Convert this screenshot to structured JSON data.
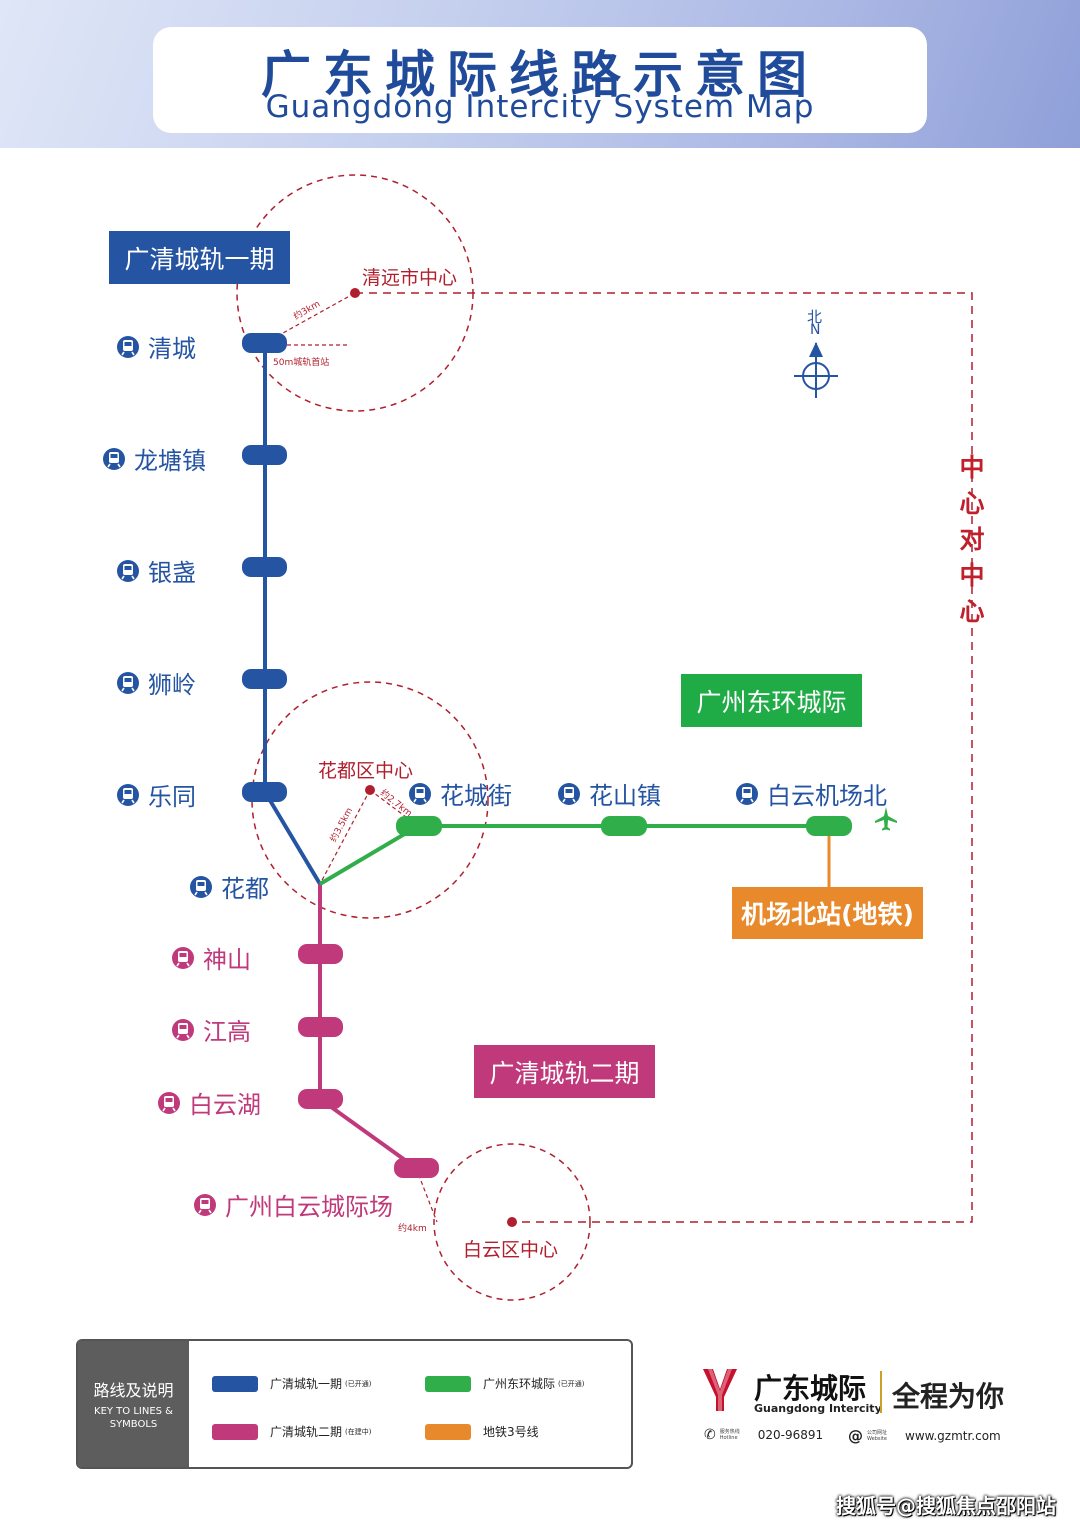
{
  "header": {
    "title_cn": "广东城际线路示意图",
    "title_en": "Guangdong Intercity System Map"
  },
  "colors": {
    "line1": "#2554a3",
    "line2": "#c0397b",
    "east_ring": "#2fae4a",
    "metro3": "#e8892b",
    "dashed_red": "#b01f2d"
  },
  "line_tags": {
    "line1": "广清城轨一期",
    "line2": "广清城轨二期",
    "east_ring": "广州东环城际",
    "metro_station": "机场北站(地铁)"
  },
  "stations_line1": [
    "清城",
    "龙塘镇",
    "银盏",
    "狮岭",
    "乐同",
    "花都"
  ],
  "stations_line2": [
    "神山",
    "江高",
    "白云湖",
    "广州白云城际场"
  ],
  "stations_east": [
    "花城街",
    "花山镇",
    "白云机场北"
  ],
  "centers": {
    "qingyuan": "清远市中心",
    "huadu": "花都区中心",
    "baiyun": "白云区中心"
  },
  "distances": {
    "qingyuan_dist": "约3km",
    "qingcheng_note": "50m城轨首站",
    "huadu_a": "约2.7km",
    "huadu_b": "约3.5km",
    "baiyun_dist": "约4km"
  },
  "compass": {
    "cn": "北",
    "en": "N"
  },
  "vertical_label": "中心对中心",
  "legend": {
    "title_cn": "路线及说明",
    "title_en": "KEY TO LINES & SYMBOLS",
    "items": [
      {
        "label": "广清城轨一期",
        "note": "(已开通)"
      },
      {
        "label": "广州东环城际",
        "note": "(已开通)"
      },
      {
        "label": "广清城轨二期",
        "note": "(在建中)"
      },
      {
        "label": "地铁3号线",
        "note": ""
      }
    ]
  },
  "brand": {
    "name": "广东城际",
    "name_en": "Guangdong Intercity",
    "slogan": "全程为你",
    "hotline_label": "服务热线 Hotline",
    "hotline": "020-96891",
    "website_label": "公司网址 Website",
    "website": "www.gzmtr.com"
  },
  "watermark": "搜狐号@搜狐焦点邵阳站"
}
